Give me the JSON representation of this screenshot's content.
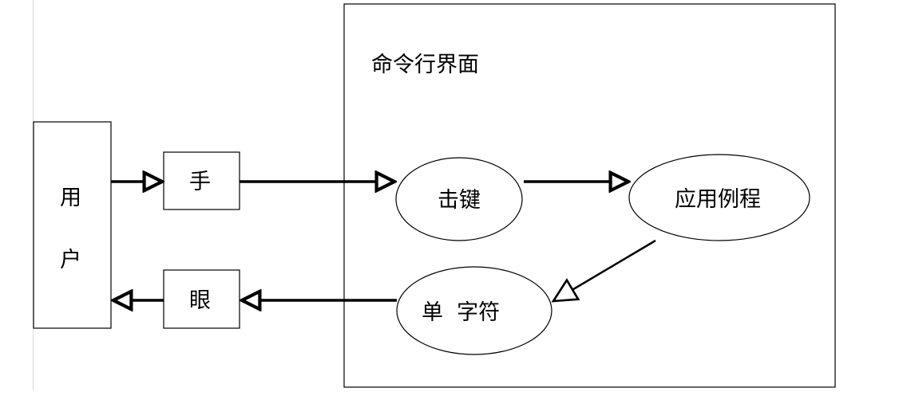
{
  "diagram": {
    "container_label": "命令行界面",
    "user": {
      "char1": "用",
      "char2": "户"
    },
    "hand": "手",
    "eye": "眼",
    "keypress": "击键",
    "routine": "应用例程",
    "string": "单  字符"
  }
}
